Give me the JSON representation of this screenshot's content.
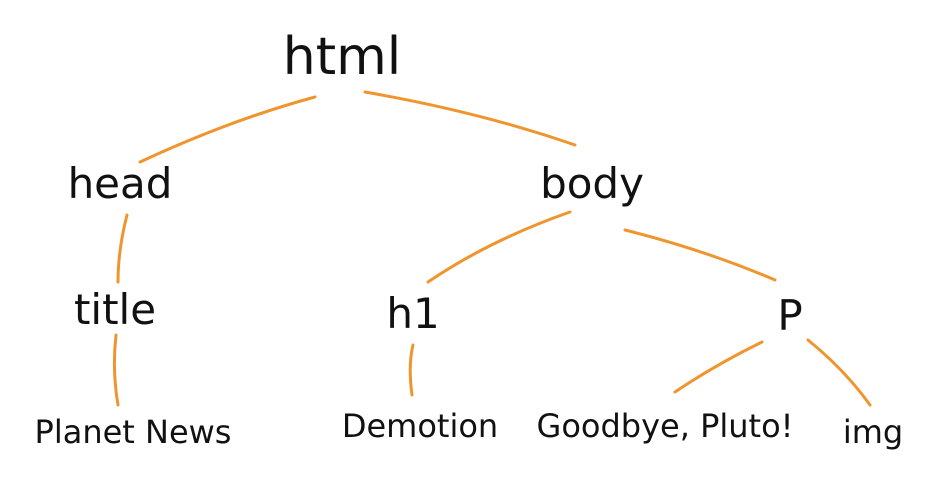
{
  "tree": {
    "edge_color": "#f0952e",
    "text_color": "#111111",
    "nodes": {
      "html": "html",
      "head": "head",
      "body": "body",
      "title": "title",
      "h1": "h1",
      "p": "P",
      "planet_news": "Planet News",
      "demotion": "Demotion",
      "goodbye_pluto": "Goodbye, Pluto!",
      "img": "img"
    }
  }
}
